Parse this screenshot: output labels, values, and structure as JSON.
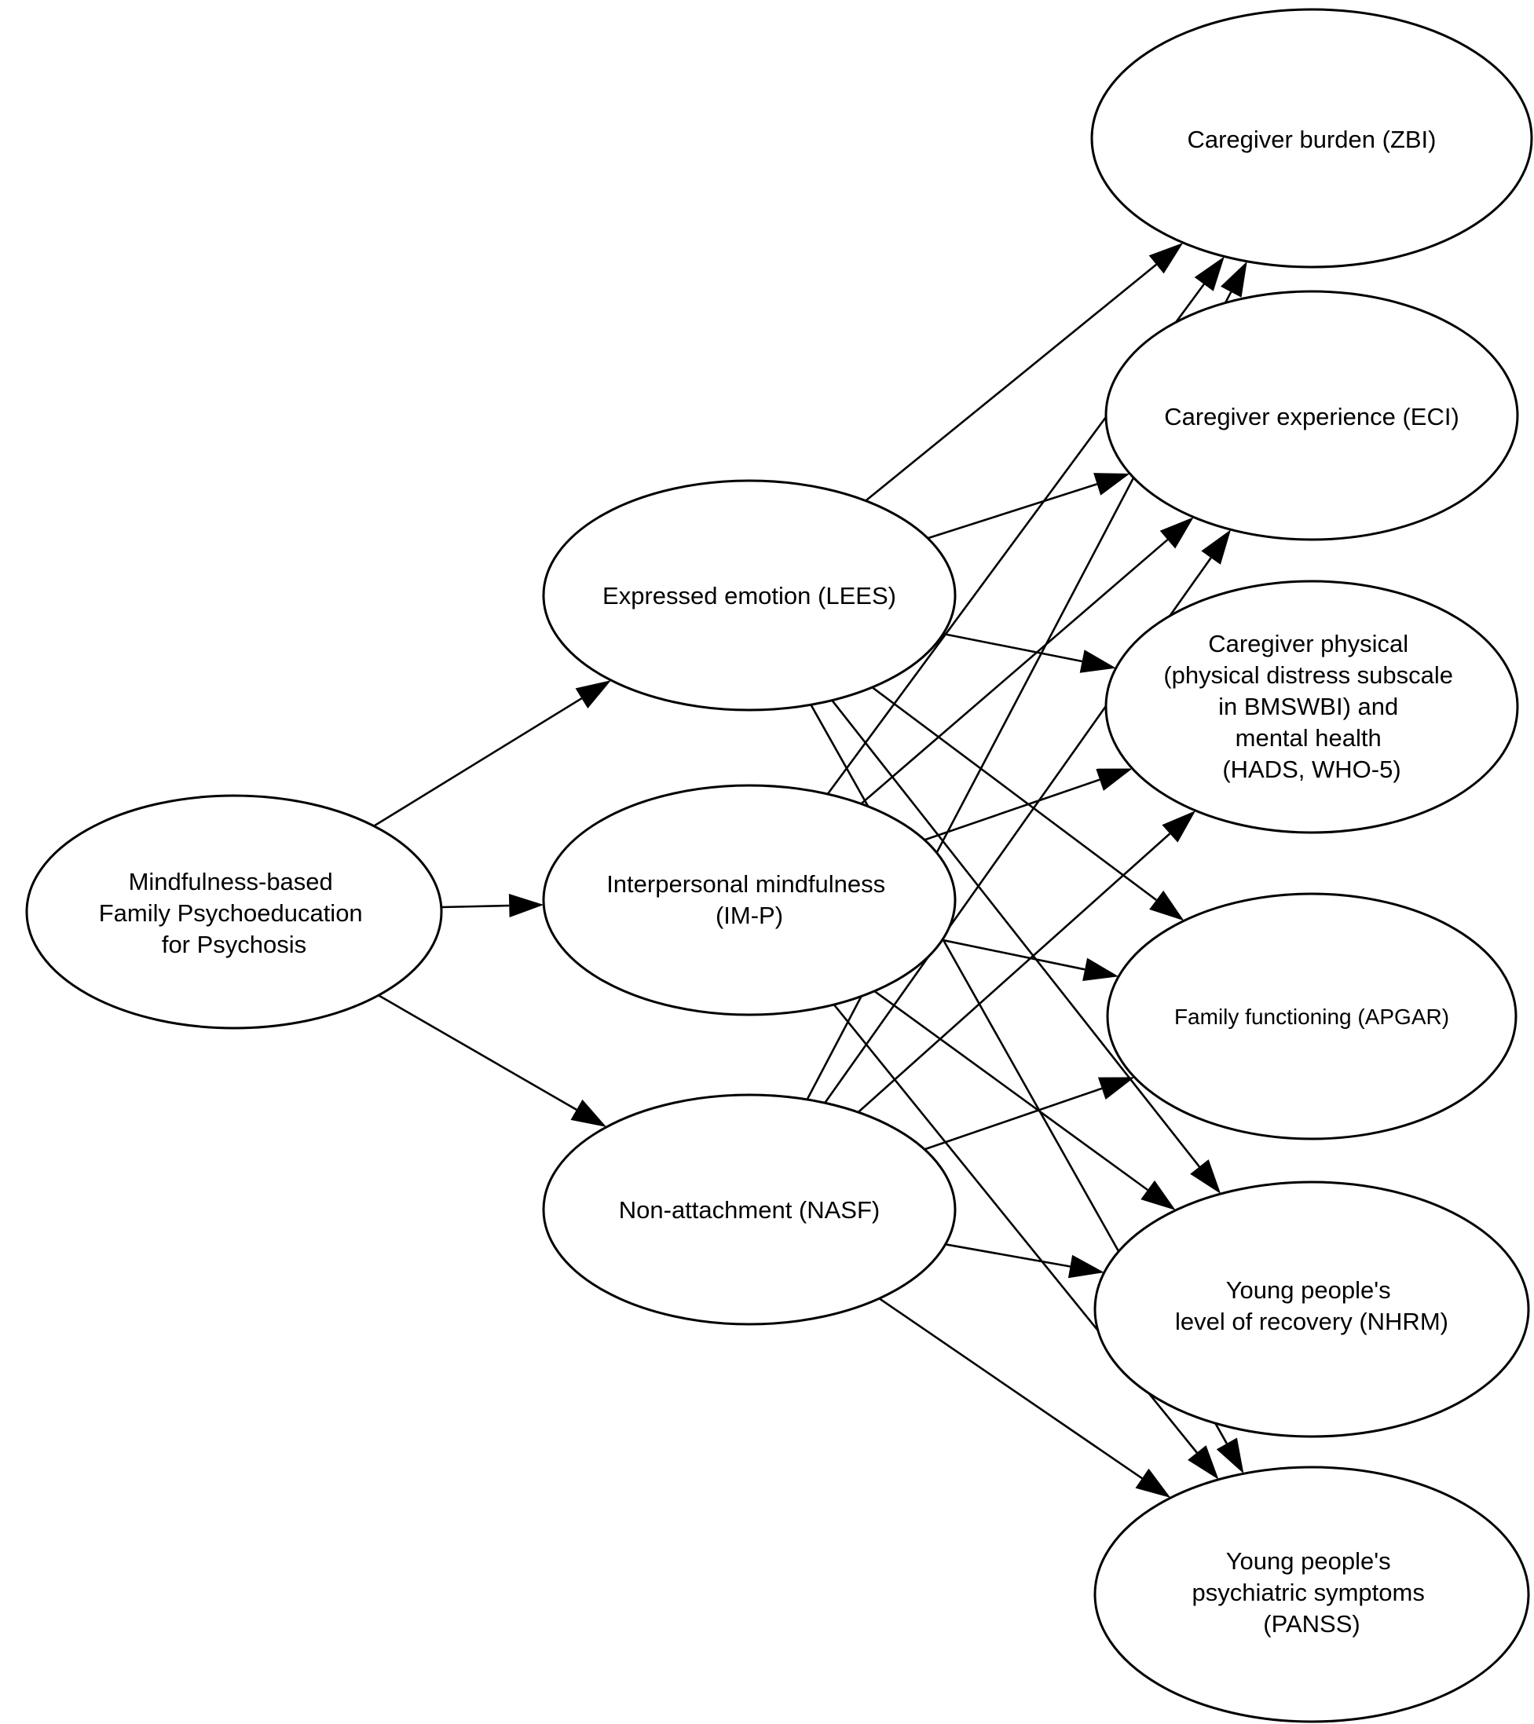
{
  "diagram": {
    "nodes": {
      "source": {
        "lines": [
          "Mindfulness-based",
          "Family Psychoeducation",
          "for Psychosis"
        ]
      },
      "lees": {
        "lines": [
          "Expressed emotion (LEES)"
        ]
      },
      "imp": {
        "lines": [
          "Interpersonal mindfulness",
          "(IM-P)"
        ]
      },
      "nasf": {
        "lines": [
          "Non-attachment (NASF)"
        ]
      },
      "zbi": {
        "lines": [
          "Caregiver burden (ZBI)"
        ]
      },
      "eci": {
        "lines": [
          "Caregiver experience (ECI)"
        ]
      },
      "health": {
        "lines": [
          "Caregiver physical",
          "(physical distress subscale",
          "in BMSWBI) and",
          "mental health",
          "(HADS, WHO-5)"
        ]
      },
      "apgar": {
        "lines": [
          "Family functioning (APGAR)"
        ]
      },
      "nhrm": {
        "lines": [
          "Young people's",
          "level of recovery (NHRM)"
        ]
      },
      "panss": {
        "lines": [
          "Young people's",
          "psychiatric symptoms",
          "(PANSS)"
        ]
      }
    },
    "edges": [
      [
        "source",
        "lees"
      ],
      [
        "source",
        "imp"
      ],
      [
        "source",
        "nasf"
      ],
      [
        "lees",
        "zbi"
      ],
      [
        "lees",
        "eci"
      ],
      [
        "lees",
        "health"
      ],
      [
        "lees",
        "apgar"
      ],
      [
        "lees",
        "nhrm"
      ],
      [
        "lees",
        "panss"
      ],
      [
        "imp",
        "zbi"
      ],
      [
        "imp",
        "eci"
      ],
      [
        "imp",
        "health"
      ],
      [
        "imp",
        "apgar"
      ],
      [
        "imp",
        "nhrm"
      ],
      [
        "imp",
        "panss"
      ],
      [
        "nasf",
        "zbi"
      ],
      [
        "nasf",
        "eci"
      ],
      [
        "nasf",
        "health"
      ],
      [
        "nasf",
        "apgar"
      ],
      [
        "nasf",
        "nhrm"
      ],
      [
        "nasf",
        "panss"
      ]
    ]
  }
}
